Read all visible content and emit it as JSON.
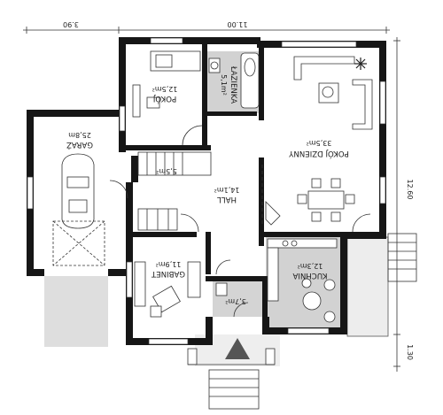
{
  "dimensions": {
    "top_left": "3.90",
    "top_right": "11.00",
    "right_main": "12.60",
    "right_bottom": "1.30"
  },
  "rooms": {
    "pokoj_top": {
      "name": "POKÓJ",
      "area": "12,5m²"
    },
    "lazienka": {
      "name": "ŁAZIENKA",
      "area": "5,1m²"
    },
    "pokoj_dzienny": {
      "name": "POKÓJ DZIENNY",
      "area": "33,5m²"
    },
    "garaz": {
      "name": "GARAŻ",
      "area": "25,8m"
    },
    "hall": {
      "name": "HALL",
      "area": "14,1m²"
    },
    "stairs_area": {
      "area": "5,5m²"
    },
    "gabinet": {
      "name": "GABINET",
      "area": "11,9m²"
    },
    "kuchnia": {
      "name": "KUCHNIA",
      "area": "12,3m²"
    },
    "wc": {
      "area": "3,7m²"
    }
  },
  "colors": {
    "wall": "#161616",
    "floor_gray": "#cfcfcf",
    "terrace": "#e6e6e6",
    "accent_triangle": "#555555"
  },
  "icons": {
    "entrance_marker": "triangle-up",
    "fireplace": "asterisk-star"
  }
}
